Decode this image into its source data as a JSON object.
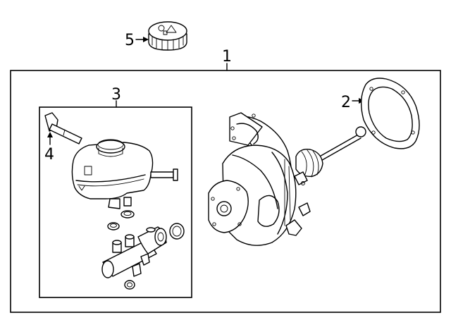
{
  "callouts": {
    "c1": "1",
    "c2": "2",
    "c3": "3",
    "c4": "4",
    "c5": "5"
  },
  "parts": {
    "cap_icon": "reservoir-cap-icon",
    "gasket_icon": "gasket-icon",
    "booster_icon": "brake-booster-icon",
    "reservoir_icon": "fluid-reservoir-icon",
    "sensor_icon": "level-sensor-icon",
    "master_cylinder_icon": "master-cylinder-icon"
  }
}
